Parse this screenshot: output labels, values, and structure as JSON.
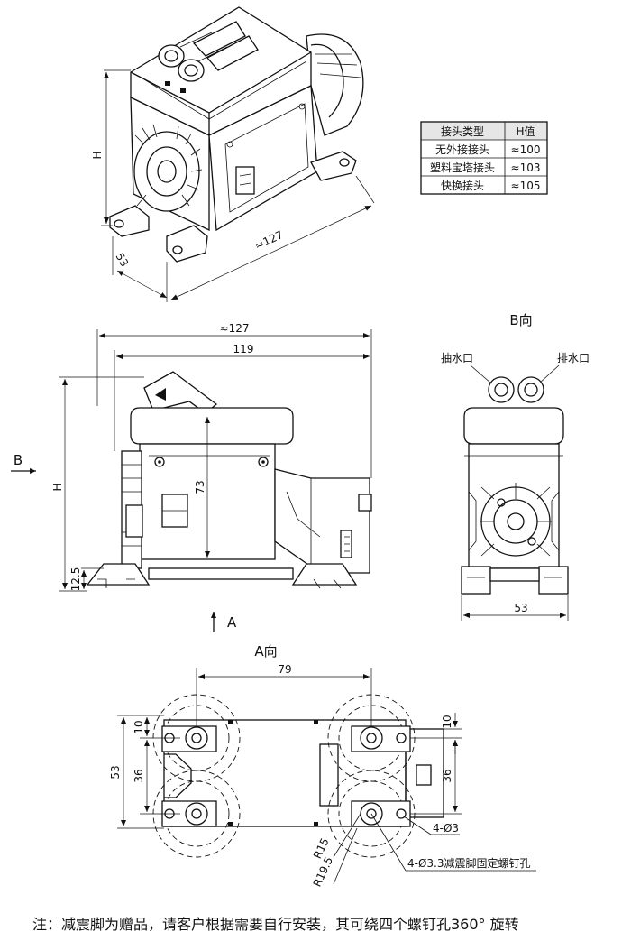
{
  "table": {
    "header": [
      "接头类型",
      "H值"
    ],
    "rows": [
      [
        "无外接接头",
        "≈100"
      ],
      [
        "塑料宝塔接头",
        "≈103"
      ],
      [
        "快换接头",
        "≈105"
      ]
    ]
  },
  "iso_view": {
    "dim_height": "H",
    "dim_depth": "53",
    "dim_length": "≈127"
  },
  "front_view": {
    "dim_total": "≈127",
    "dim_body": "119",
    "dim_height": "H",
    "dim_73": "73",
    "dim_base": "12.5",
    "arrow_b": "B",
    "arrow_a": "A"
  },
  "b_view": {
    "title": "B向",
    "inlet_label": "抽水口",
    "outlet_label": "排水口",
    "dim_width": "53"
  },
  "a_view": {
    "title": "A向",
    "dim_79": "79",
    "dim_10_left": "10",
    "dim_53": "53",
    "dim_36_left": "36",
    "dim_10_right": "10",
    "dim_36_right": "36",
    "hole_label": "4-Ø3",
    "r15": "R15",
    "r19_5": "R19.5",
    "screw_label": "4-Ø3.3减震脚固定螺钉孔"
  },
  "footnote": "注：减震脚为赠品，请客户根据需要自行安装，其可绕四个螺钉孔360° 旋转"
}
